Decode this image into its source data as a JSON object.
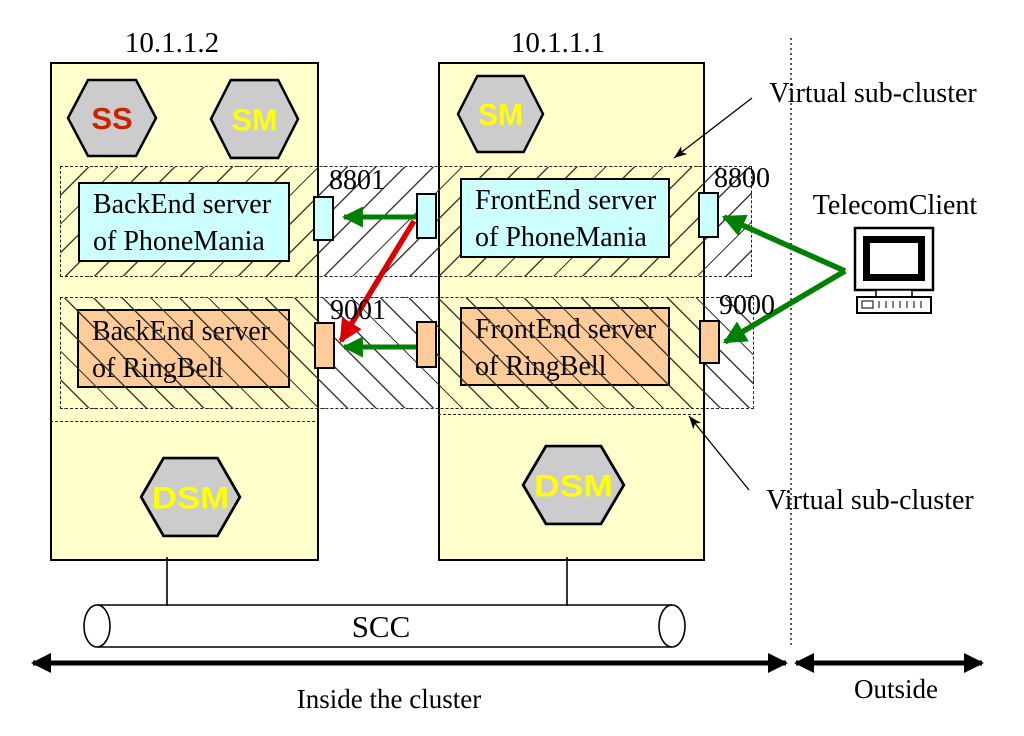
{
  "diagram": {
    "nodes": {
      "left_ip": "10.1.1.2",
      "right_ip": "10.1.1.1"
    },
    "hexagons": {
      "ss": "SS",
      "sm_left": "SM",
      "sm_right": "SM",
      "dsm_left": "DSM",
      "dsm_right": "DSM"
    },
    "servers": {
      "backend_phonemania": {
        "line1": "BackEnd server",
        "line2": "of PhoneMania"
      },
      "frontend_phonemania": {
        "line1": "FrontEnd server",
        "line2": "of PhoneMania"
      },
      "backend_ringbell": {
        "line1": "BackEnd server",
        "line2": "of RingBell"
      },
      "frontend_ringbell": {
        "line1": "FrontEnd server",
        "line2": "of RingBell"
      }
    },
    "ports": {
      "backend_phonemania": "8801",
      "frontend_phonemania": "8800",
      "backend_ringbell": "9001",
      "frontend_ringbell": "9000"
    },
    "labels": {
      "virtual_subcluster_top": "Virtual sub-cluster",
      "virtual_subcluster_bottom": "Virtual sub-cluster",
      "telecom_client": "TelecomClient",
      "scc": "SCC",
      "inside": "Inside the cluster",
      "outside": "Outside"
    },
    "colors": {
      "node_fill": "#FFFFCC",
      "phonemania_fill": "#CCFFFF",
      "ringbell_fill": "#FFCC99",
      "hexagon_fill": "#CCCCCC",
      "ss_text": "#CC2200",
      "sm_dsm_text": "#FFFF00",
      "arrow_green": "#008000",
      "arrow_red": "#DD0000"
    }
  }
}
